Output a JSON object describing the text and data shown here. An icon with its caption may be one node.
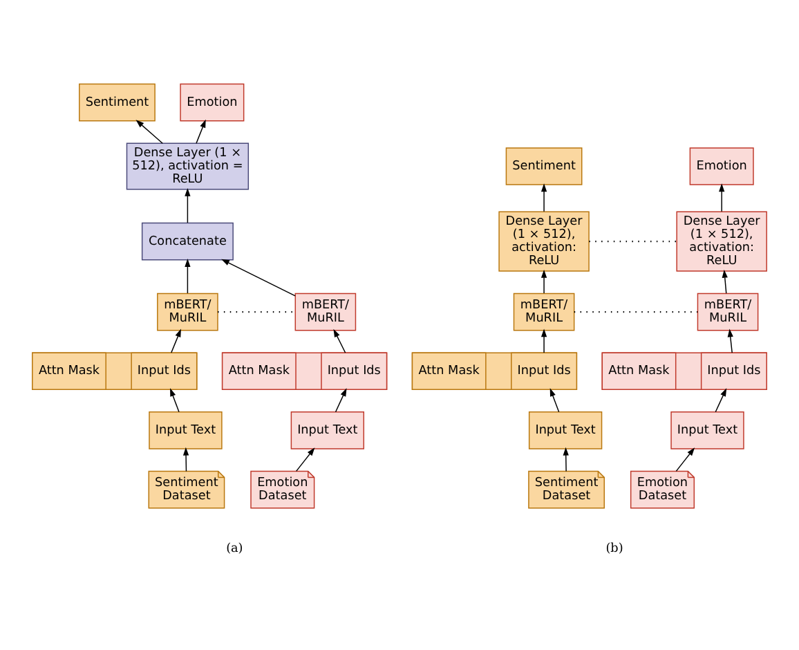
{
  "diagram": {
    "nodes": [
      {
        "text": [
          "Sentiment"
        ]
      },
      {
        "text": [
          "Emotion"
        ]
      },
      {
        "text": [
          "Dense Layer (1 × 512), activation = ReLU"
        ]
      },
      {
        "text": [
          "Concatenate"
        ]
      },
      {
        "text": [
          "mBERT/ MuRIL"
        ]
      },
      {
        "text": [
          "mBERT/ MuRIL"
        ]
      },
      {
        "text": [],
        "shape": "box"
      },
      {
        "text": [
          "Input Ids"
        ],
        "in": 6
      },
      {
        "text": [
          "Attn Mask"
        ],
        "in": 6
      },
      {
        "text": [],
        "shape": "box"
      },
      {
        "text": [
          "Input Ids"
        ],
        "in": 9
      },
      {
        "text": [
          "Attn Mask"
        ],
        "in": 9
      },
      {
        "text": [
          "Input Text"
        ]
      },
      {
        "text": [
          "Input Text"
        ]
      },
      {
        "text": [
          "Sentiment Dataset"
        ]
      },
      {
        "text": [
          "Emotion Dataset"
        ]
      },
      {
        "text": [
          "Sentiment"
        ]
      },
      {
        "text": [
          "Emotion"
        ]
      },
      {
        "text": [
          "Dense Layer (1 × 512), activation: ReLU"
        ]
      },
      {
        "text": [
          "Dense Layer (1 × 512), activation: ReLU"
        ]
      },
      {
        "text": [
          "mBERT/ MuRIL"
        ]
      },
      {
        "text": [
          "mBERT/ MuRIL"
        ]
      },
      {
        "text": [],
        "shape": "box"
      },
      {
        "text": [
          "Input Ids"
        ],
        "in": 22
      },
      {
        "text": [
          "Attn Mask"
        ],
        "in": 22
      },
      {
        "text": [],
        "shape": "box"
      },
      {
        "text": [
          "Input Ids"
        ],
        "in": 25
      },
      {
        "text": [
          "Attn Mask"
        ],
        "in": 25
      },
      {
        "text": [
          "Input Text"
        ]
      },
      {
        "text": [
          "Input Text"
        ]
      },
      {
        "text": [
          "Sentiment Dataset"
        ]
      },
      {
        "text": [
          "Emotion Dataset"
        ]
      }
    ],
    "edges": [
      {
        "from": 14,
        "to": 12,
        "arrow": "to"
      },
      {
        "from": 15,
        "to": 13,
        "arrow": "to"
      },
      {
        "from": 12,
        "to": 6,
        "arrow": "to"
      },
      {
        "from": 13,
        "to": 9,
        "arrow": "to"
      },
      {
        "from": 6,
        "to": 4,
        "arrow": "to"
      },
      {
        "from": 9,
        "to": 5,
        "arrow": "to"
      },
      {
        "from": 4,
        "to": 5,
        "arrow": "none",
        "style": "dashed"
      },
      {
        "from": 4,
        "to": 3,
        "arrow": "to"
      },
      {
        "from": 5,
        "to": 3,
        "arrow": "to"
      },
      {
        "from": 3,
        "to": 2,
        "arrow": "to"
      },
      {
        "from": 2,
        "to": 0,
        "arrow": "to"
      },
      {
        "from": 2,
        "to": 1,
        "arrow": "to"
      },
      {
        "from": 30,
        "to": 28,
        "arrow": "to"
      },
      {
        "from": 31,
        "to": 29,
        "arrow": "to"
      },
      {
        "from": 28,
        "to": 22,
        "arrow": "to"
      },
      {
        "from": 29,
        "to": 25,
        "arrow": "to"
      },
      {
        "from": 22,
        "to": 20,
        "arrow": "to"
      },
      {
        "from": 25,
        "to": 21,
        "arrow": "to"
      },
      {
        "from": 20,
        "to": 21,
        "arrow": "none",
        "style": "dashed"
      },
      {
        "from": 20,
        "to": 18,
        "arrow": "to"
      },
      {
        "from": 21,
        "to": 19,
        "arrow": "to"
      },
      {
        "from": 18,
        "to": 19,
        "arrow": "none",
        "style": "dashed"
      },
      {
        "from": 18,
        "to": 16,
        "arrow": "to"
      },
      {
        "from": 19,
        "to": 17,
        "arrow": "to"
      }
    ],
    "labels": [
      "(a)",
      "(b)"
    ]
  }
}
